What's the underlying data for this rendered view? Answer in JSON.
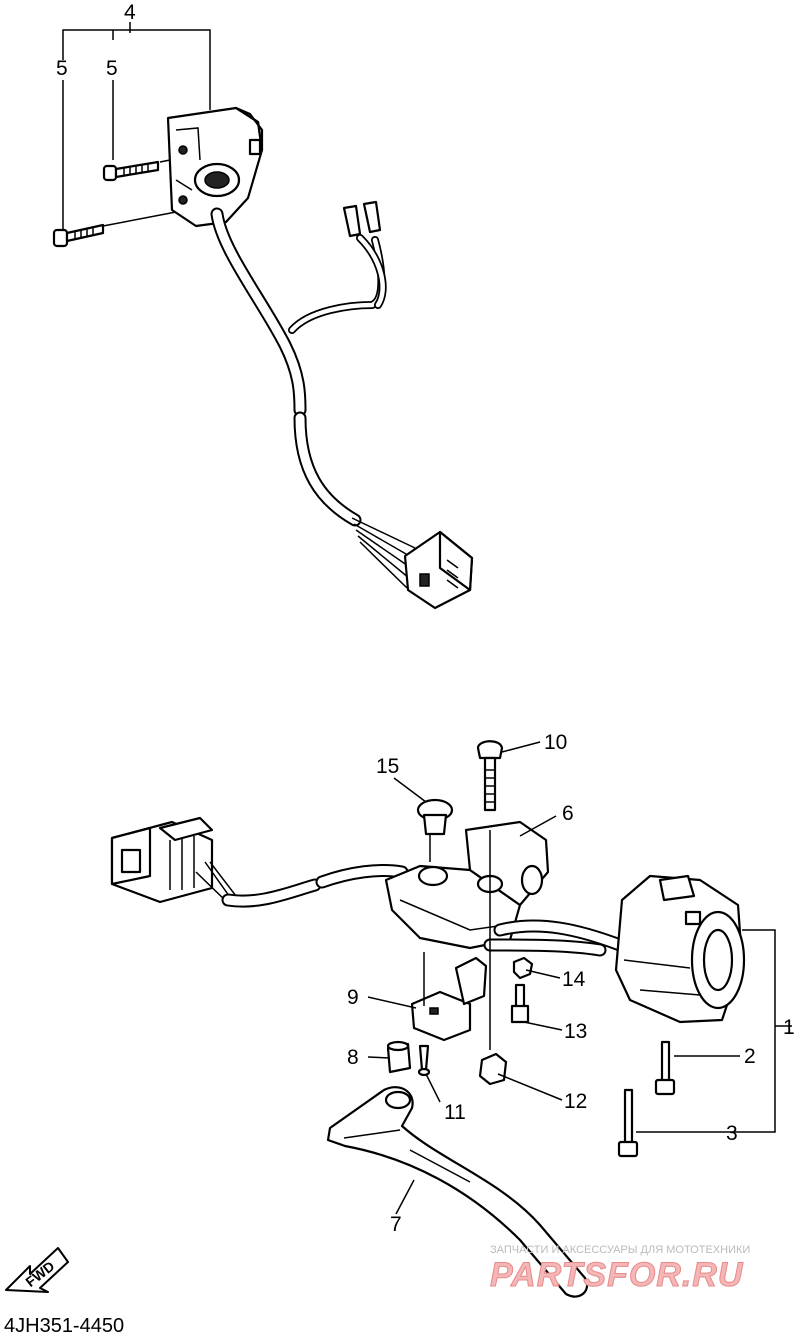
{
  "diagram": {
    "callouts": [
      "1",
      "2",
      "3",
      "4",
      "5",
      "5",
      "6",
      "7",
      "8",
      "9",
      "10",
      "11",
      "12",
      "13",
      "14",
      "15"
    ],
    "part_code": "4JH351-4450",
    "fwd_label": "FWD",
    "watermark": {
      "tagline": "ЗАПЧАСТИ И АКСЕССУАРЫ ДЛЯ МОТОТЕХНИКИ",
      "logo": "PARTSFOR.RU"
    }
  }
}
